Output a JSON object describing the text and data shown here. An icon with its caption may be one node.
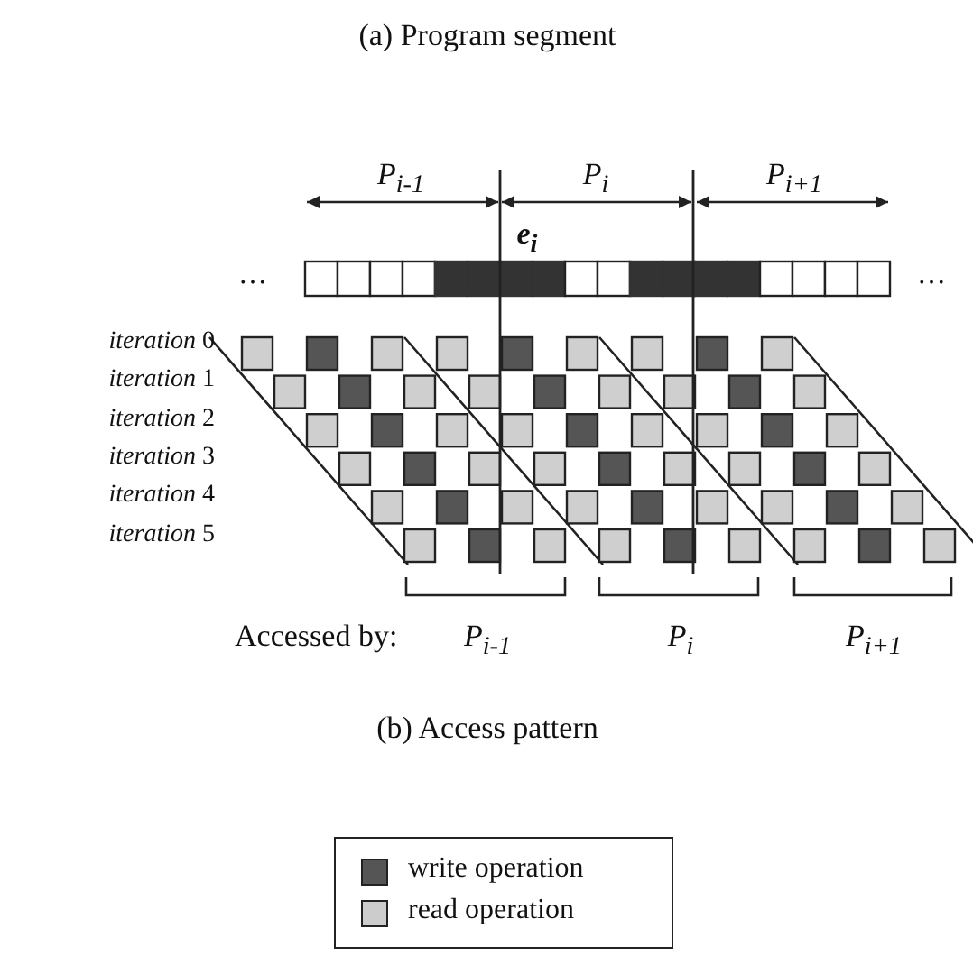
{
  "diagram": {
    "title": "(a) Program segment",
    "caption": "(b) Access pattern",
    "labels": [
      "…",
      "…",
      "P$_{i-1}$",
      "P$_{i}$",
      "P$_{i+1}$",
      "e$_{i}$",
      "*iteration* 0",
      "*iteration* 1",
      "*iteration* 2",
      "*iteration* 3",
      "*iteration* 4",
      "*iteration* 5",
      "Accessed by:",
      "P$_{i-1}$",
      "P$_{i}$",
      "P$_{i+1}$"
    ],
    "legend": [
      {
        "text": "write operation",
        "color": "#555555"
      },
      {
        "text": "read operation",
        "color": "#cccccc"
      }
    ]
  }
}
